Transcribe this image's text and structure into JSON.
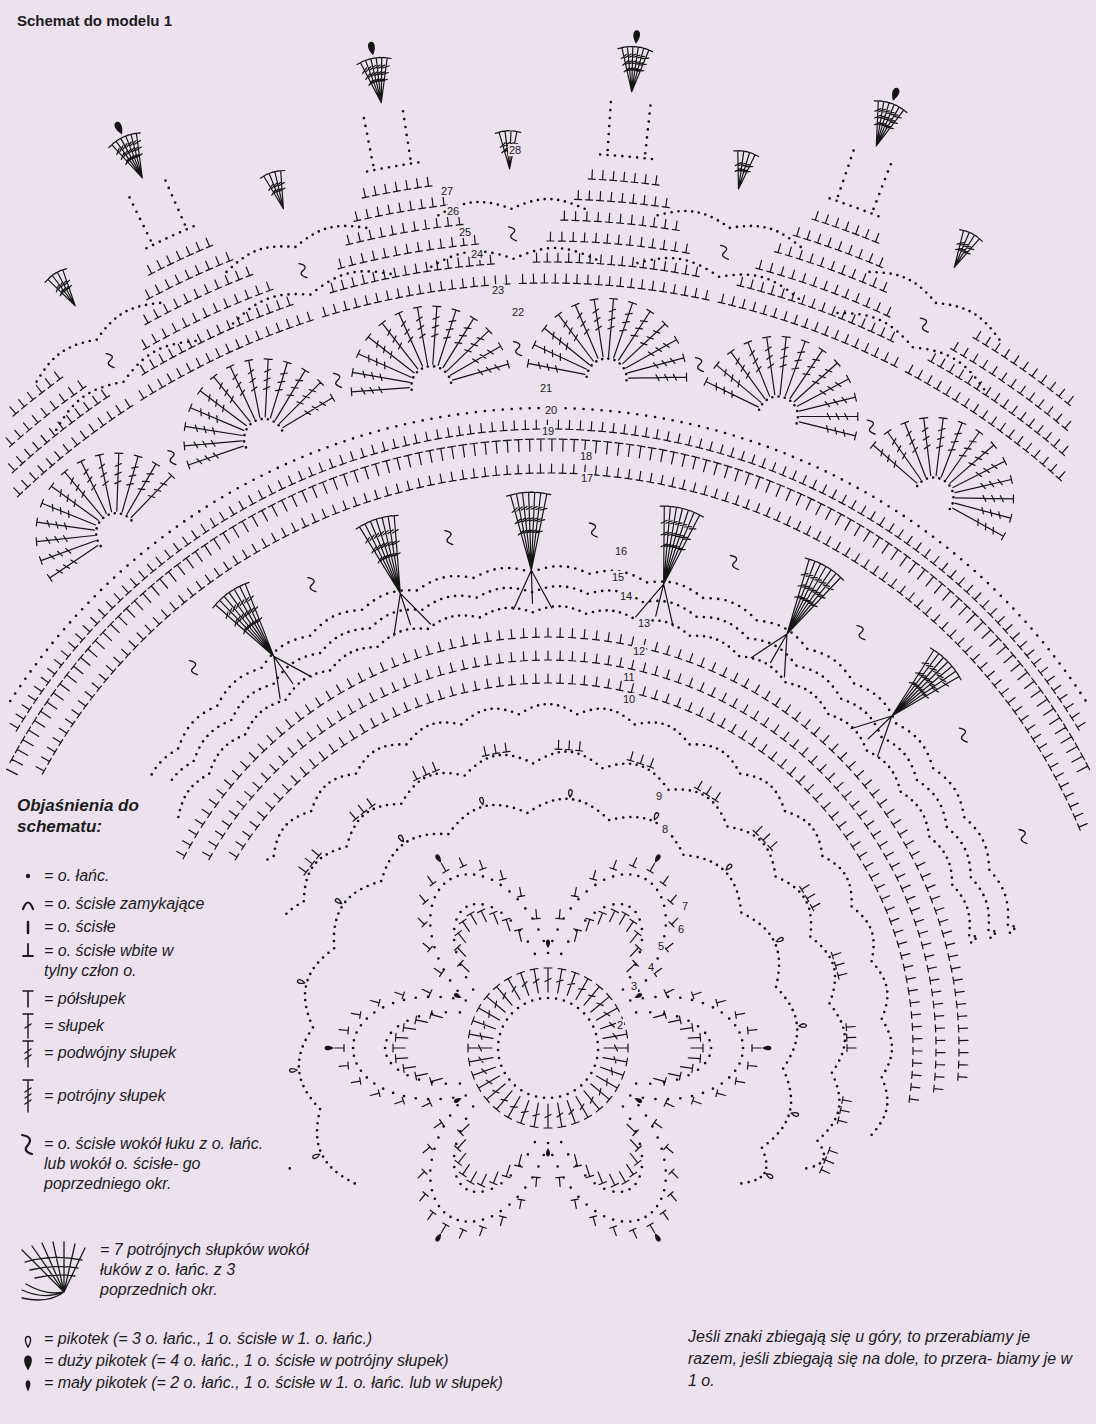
{
  "diagram": {
    "title": "Schemat do modelu 1",
    "labels": [
      "Objaśnienia do schematu:",
      "2",
      "3",
      "4",
      "5",
      "6",
      "7",
      "8",
      "9",
      "10",
      "11",
      "12",
      "13",
      "14",
      "15",
      "16",
      "17",
      "18",
      "19",
      "20",
      "21",
      "22",
      "23",
      "24",
      "25",
      "26",
      "27",
      "28",
      "Jeśli znaki zbiegają się u góry, to przerabiamy je razem, jeśli zbiegają się na dole, to przera- biamy je w 1 o."
    ],
    "legend": [
      {
        "text": "= o. łańc."
      },
      {
        "text": "= o. ścisłe zamykające"
      },
      {
        "text": "= o. ścisłe"
      },
      {
        "text": "= o. ścisłe wbite w tylny człon o."
      },
      {
        "text": "= półsłupek"
      },
      {
        "text": "= słupek"
      },
      {
        "text": "= podwójny słupek"
      },
      {
        "text": "= potrójny słupek"
      },
      {
        "text": "= o. ścisłe wokół łuku z o. łańc. lub wokół o. ścisłe- go poprzedniego okr."
      },
      {
        "text": "= 7 potrójnych słupków wokół łuków z o. łańc. z 3 poprzednich okr."
      },
      {
        "text": "= pikotek (= 3 o. łańc., 1 o. ścisłe w 1. o. łańc.)"
      },
      {
        "text": "= duży pikotek (= 4 o. łańc., 1 o. ścisłe w potrójny słupek)"
      },
      {
        "text": "= mały pikotek (= 2 o. łańc., 1 o. ścisłe w 1. o. łańc. lub w słupek)"
      }
    ]
  }
}
